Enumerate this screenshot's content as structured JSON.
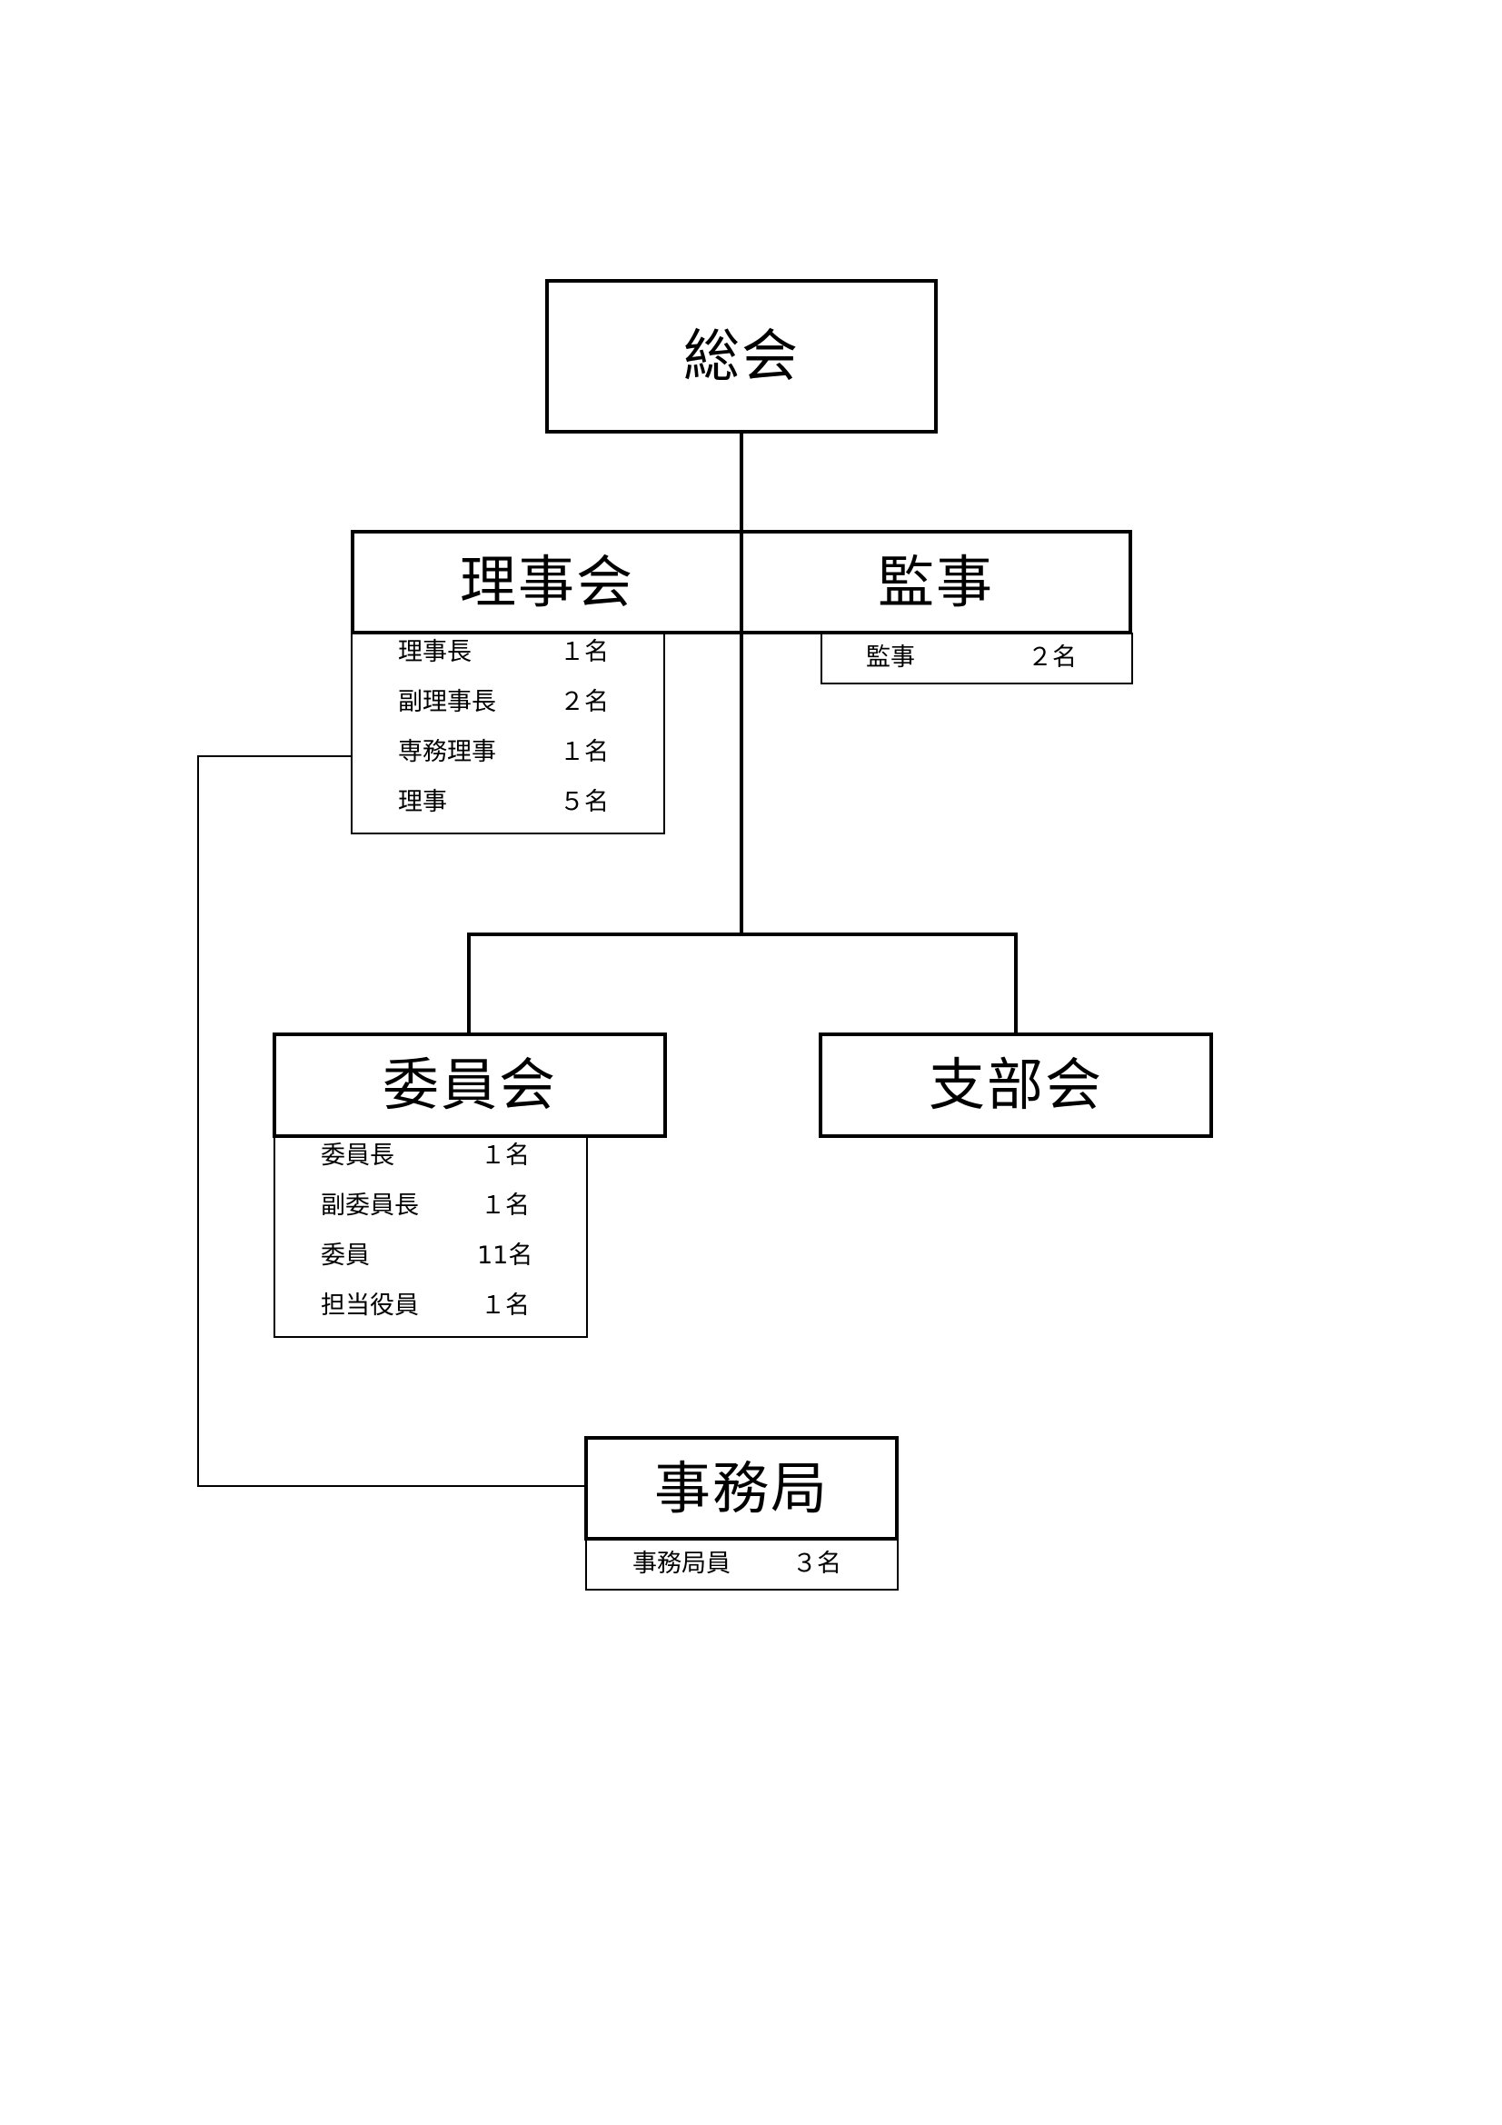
{
  "nodes": {
    "soukai": {
      "title": "総会"
    },
    "rijikai": {
      "title": "理事会",
      "members": [
        {
          "role": "理事長",
          "count": "１名"
        },
        {
          "role": "副理事長",
          "count": "２名"
        },
        {
          "role": "専務理事",
          "count": "１名"
        },
        {
          "role": "理事",
          "count": "５名"
        }
      ]
    },
    "kanji": {
      "title": "監事",
      "members": [
        {
          "role": "監事",
          "count": "２名"
        }
      ]
    },
    "iinkai": {
      "title": "委員会",
      "members": [
        {
          "role": "委員長",
          "count": "１名"
        },
        {
          "role": "副委員長",
          "count": "１名"
        },
        {
          "role": "委員",
          "count": "11名"
        },
        {
          "role": "担当役員",
          "count": "１名"
        }
      ]
    },
    "shibukai": {
      "title": "支部会"
    },
    "jimukyoku": {
      "title": "事務局",
      "members": [
        {
          "role": "事務局員",
          "count": "３名"
        }
      ]
    }
  }
}
